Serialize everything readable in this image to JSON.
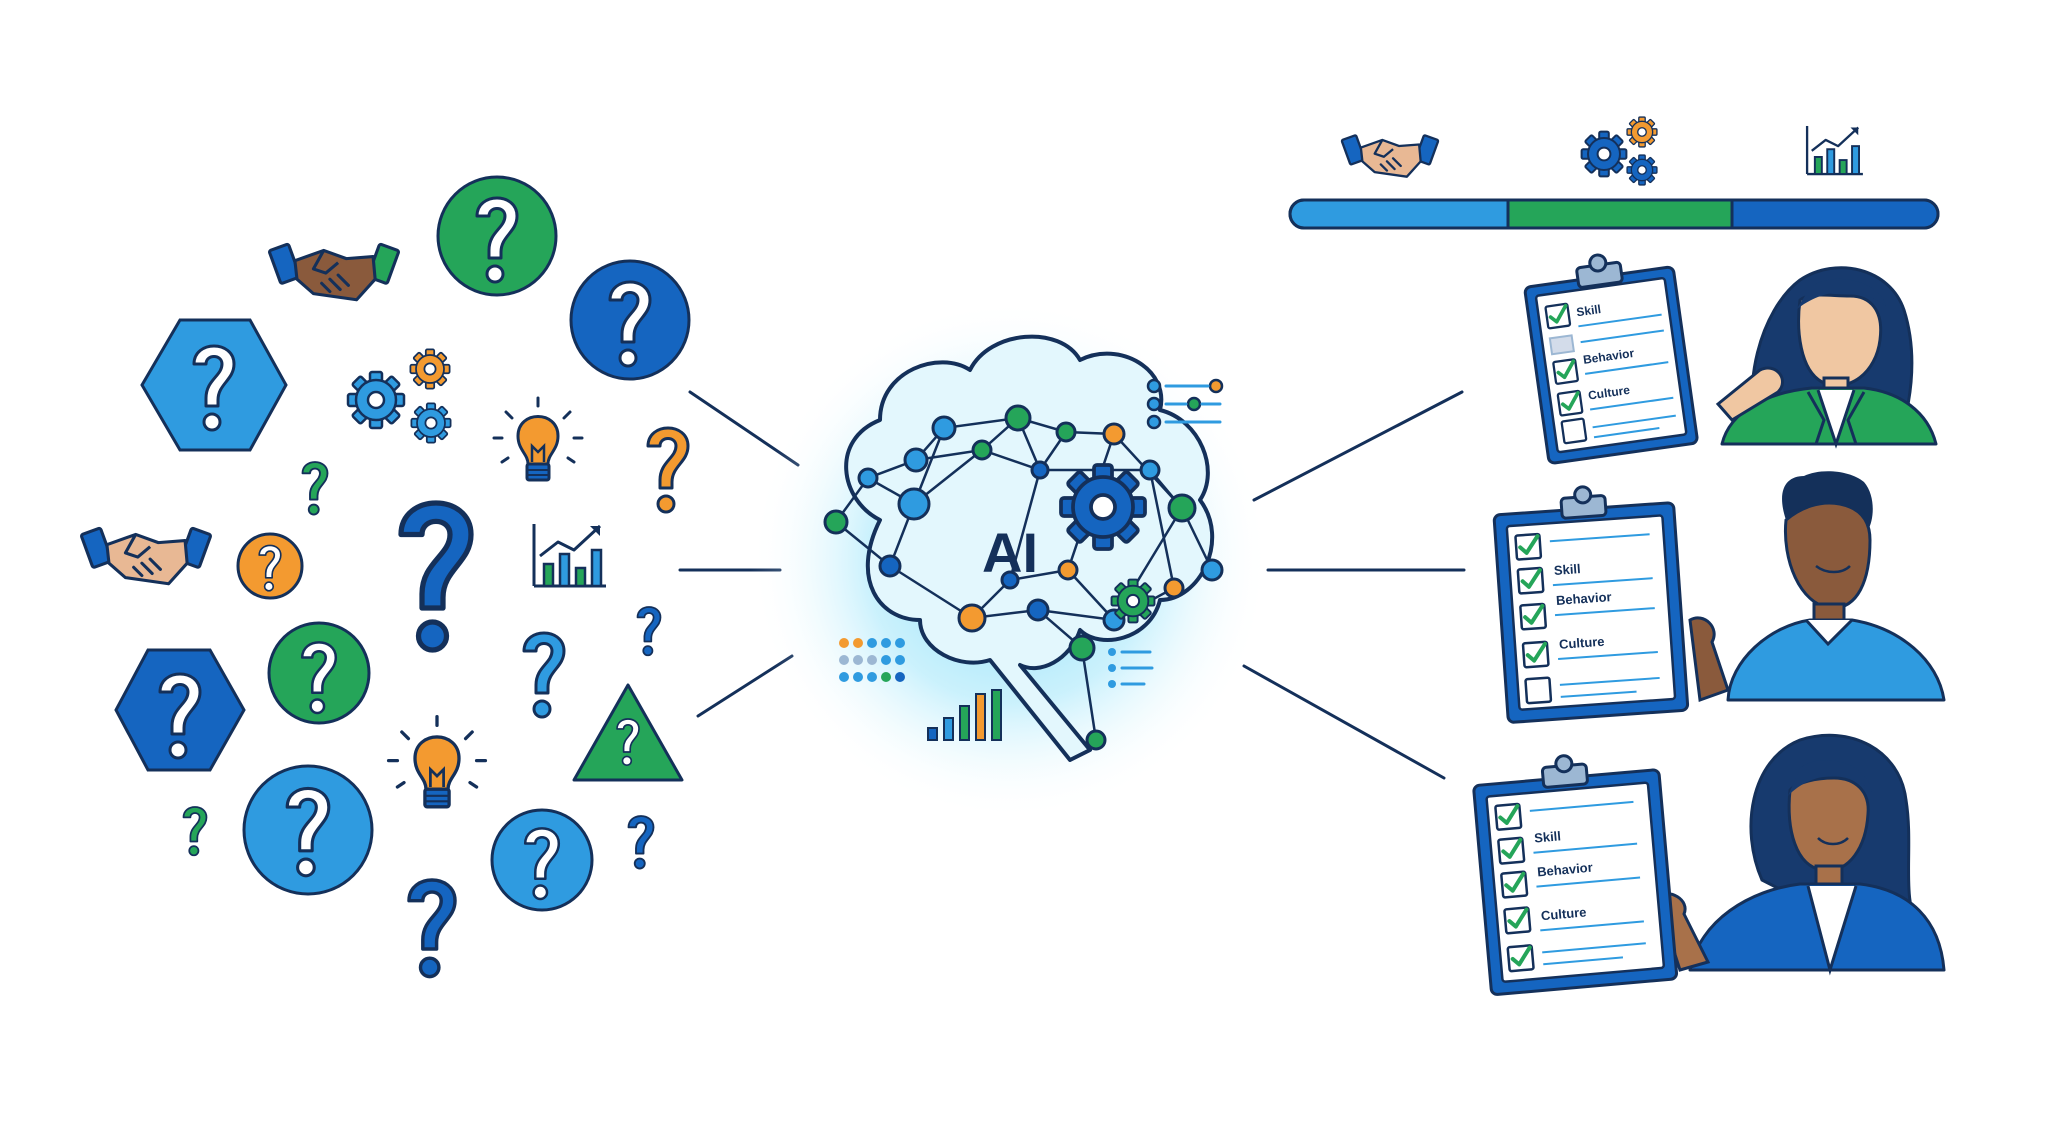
{
  "colors": {
    "outline": "#14305a",
    "blue_dark": "#1565c0",
    "blue_light": "#2f9be0",
    "green": "#25a559",
    "orange": "#f39a30",
    "glow": "#7fdcf7"
  },
  "brain": {
    "label": "AI"
  },
  "question_mark": "?",
  "scorecard_labels": [
    "Skill",
    "Behavior",
    "Culture"
  ],
  "icons": {
    "scattered": [
      "handshake-icon",
      "gears-icon",
      "lightbulb-icon",
      "growth-chart-icon"
    ],
    "top_bar": [
      "handshake-icon",
      "gears-icon",
      "growth-chart-icon"
    ],
    "brain_accessories": [
      "settings-list-icon",
      "dot-grid-icon",
      "bar-chart-icon",
      "list-icon"
    ]
  }
}
